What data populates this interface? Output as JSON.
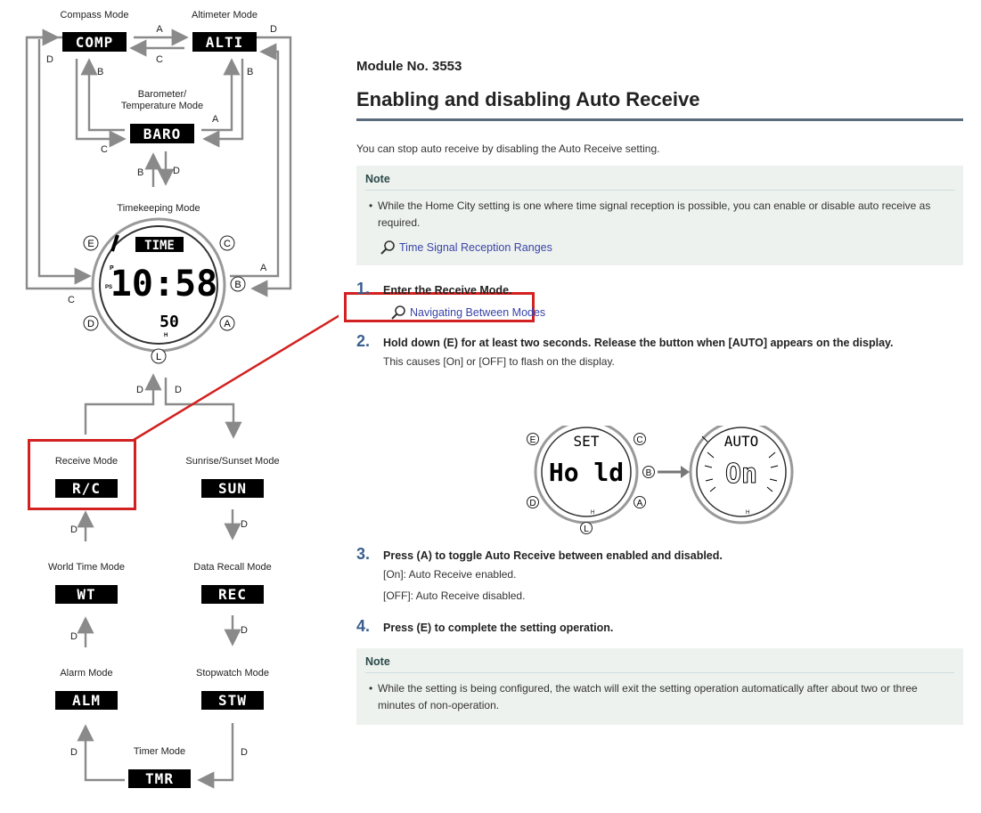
{
  "diagram": {
    "modes": {
      "compass_label": "Compass Mode",
      "compass_lcd": "COMP",
      "altimeter_label": "Altimeter Mode",
      "altimeter_lcd": "ALTI",
      "baro_label_1": "Barometer/",
      "baro_label_2": "Temperature Mode",
      "baro_lcd": "BARO",
      "timekeeping_label": "Timekeeping Mode",
      "receive_label": "Receive Mode",
      "receive_lcd": "R/C",
      "sunrise_label": "Sunrise/Sunset Mode",
      "sunrise_lcd": "SUN",
      "worldtime_label": "World Time Mode",
      "worldtime_lcd": "WT",
      "datarecall_label": "Data Recall Mode",
      "datarecall_lcd": "REC",
      "alarm_label": "Alarm Mode",
      "alarm_lcd": "ALM",
      "stopwatch_label": "Stopwatch Mode",
      "stopwatch_lcd": "STW",
      "timer_label": "Timer Mode",
      "timer_lcd": "TMR"
    },
    "watch": {
      "top_lcd": "TIME",
      "time": "10:58",
      "seconds": "50",
      "p": "P",
      "ps": "PS",
      "h": "H",
      "btn_e": "E",
      "btn_c": "C",
      "btn_b": "B",
      "btn_d": "D",
      "btn_a": "A",
      "btn_l": "L"
    },
    "keys": {
      "a": "A",
      "b": "B",
      "c": "C",
      "d": "D"
    }
  },
  "header": {
    "module": "Module No. 3553",
    "title": "Enabling and disabling Auto Receive"
  },
  "intro": "You can stop auto receive by disabling the Auto Receive setting.",
  "note1": {
    "title": "Note",
    "text": "While the Home City setting is one where time signal reception is possible, you can enable or disable auto receive as required.",
    "link": "Time Signal Reception Ranges"
  },
  "steps": [
    {
      "num": "1.",
      "text": "Enter the Receive Mode.",
      "link": "Navigating Between Modes"
    },
    {
      "num": "2.",
      "text": "Hold down (E) for at least two seconds. Release the button when [AUTO] appears on the display.",
      "sub": "This causes [On] or [OFF] to flash on the display."
    },
    {
      "num": "3.",
      "text": "Press (A) to toggle Auto Receive between enabled and disabled.",
      "sub1": "[On]: Auto Receive enabled.",
      "sub2": "[OFF]: Auto Receive disabled."
    },
    {
      "num": "4.",
      "text": "Press (E) to complete the setting operation."
    }
  ],
  "watchfig": {
    "left_top": "SET",
    "left_main": "Ho ld",
    "right_top": "AUTO",
    "right_main": "On",
    "btn_e": "E",
    "btn_c": "C",
    "btn_b": "B",
    "btn_d": "D",
    "btn_a": "A",
    "btn_l": "L",
    "h": "H"
  },
  "note2": {
    "title": "Note",
    "text": "While the setting is being configured, the watch will exit the setting operation automatically after about two or three minutes of non-operation."
  },
  "colors": {
    "highlight": "#d32020",
    "accent": "#3a5f8f",
    "link": "#3944a8",
    "note_bg": "#eef2ef",
    "arrow": "#8a8a8a"
  }
}
